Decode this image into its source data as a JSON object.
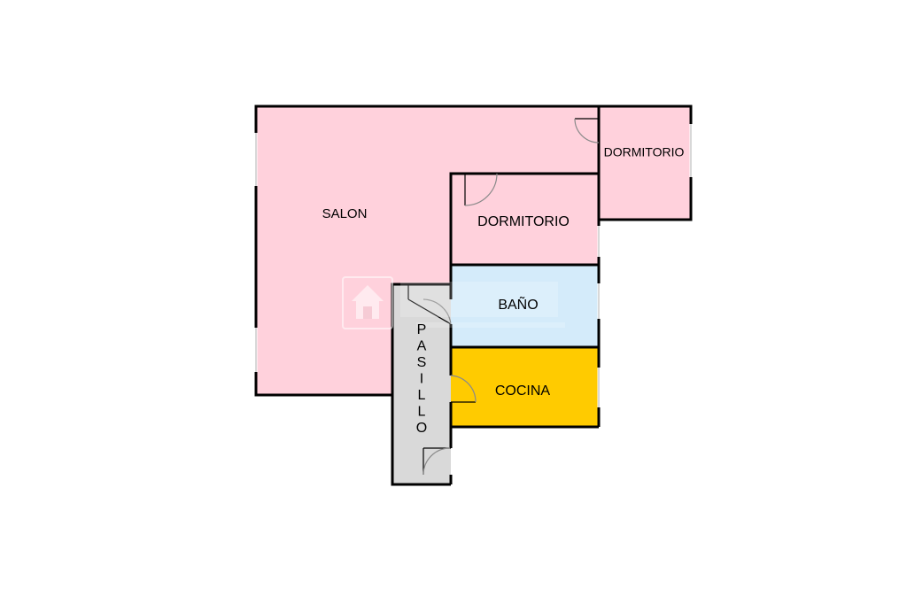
{
  "floor_plan": {
    "colors": {
      "bedroom_fill": "#ffd1dc",
      "living_fill": "#ffd1dc",
      "bathroom_fill": "#d4ebfa",
      "kitchen_fill": "#ffcb00",
      "hallway_fill": "#d9d9d9",
      "wall": "#000000",
      "watermark": "#ffffff"
    },
    "rooms": {
      "salon": {
        "label": "SALON"
      },
      "dormitorio_right": {
        "label": "DORMITORIO"
      },
      "dormitorio_center": {
        "label": "DORMITORIO"
      },
      "bano": {
        "label": "BAÑO"
      },
      "cocina": {
        "label": "COCINA"
      },
      "pasillo": {
        "label": "PASILLO",
        "letters": [
          "P",
          "A",
          "S",
          "I",
          "L",
          "L",
          "O"
        ]
      }
    },
    "watermark": {
      "icon": "house-icon"
    }
  }
}
